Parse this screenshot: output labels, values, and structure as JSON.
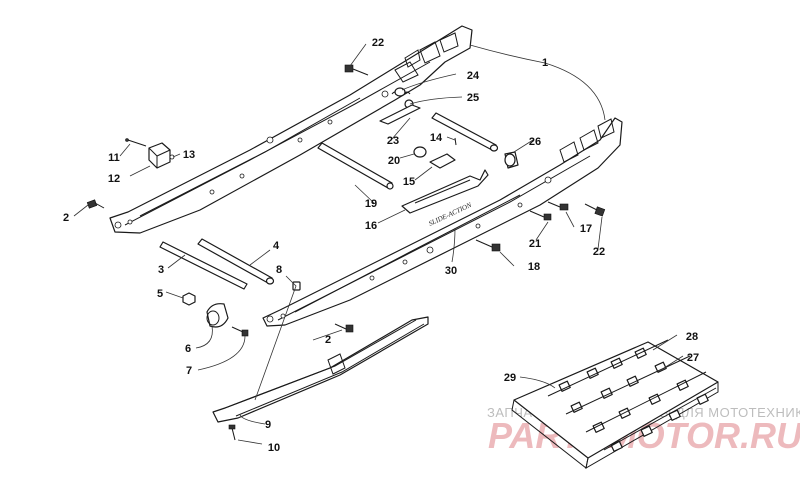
{
  "diagram": {
    "callouts": [
      {
        "id": "c1",
        "text": "1"
      },
      {
        "id": "c2a",
        "text": "2"
      },
      {
        "id": "c2b",
        "text": "2"
      },
      {
        "id": "c3",
        "text": "3"
      },
      {
        "id": "c4",
        "text": "4"
      },
      {
        "id": "c5",
        "text": "5"
      },
      {
        "id": "c6",
        "text": "6"
      },
      {
        "id": "c7",
        "text": "7"
      },
      {
        "id": "c8",
        "text": "8"
      },
      {
        "id": "c9",
        "text": "9"
      },
      {
        "id": "c10",
        "text": "10"
      },
      {
        "id": "c11",
        "text": "11"
      },
      {
        "id": "c12",
        "text": "12"
      },
      {
        "id": "c13",
        "text": "13"
      },
      {
        "id": "c14",
        "text": "14"
      },
      {
        "id": "c15",
        "text": "15"
      },
      {
        "id": "c16",
        "text": "16"
      },
      {
        "id": "c17",
        "text": "17"
      },
      {
        "id": "c18",
        "text": "18"
      },
      {
        "id": "c19",
        "text": "19"
      },
      {
        "id": "c20",
        "text": "20"
      },
      {
        "id": "c21",
        "text": "21"
      },
      {
        "id": "c22a",
        "text": "22"
      },
      {
        "id": "c22b",
        "text": "22"
      },
      {
        "id": "c23",
        "text": "23"
      },
      {
        "id": "c24",
        "text": "24"
      },
      {
        "id": "c25",
        "text": "25"
      },
      {
        "id": "c26",
        "text": "26"
      },
      {
        "id": "c27",
        "text": "27"
      },
      {
        "id": "c28",
        "text": "28"
      },
      {
        "id": "c29",
        "text": "29"
      },
      {
        "id": "c30",
        "text": "30"
      }
    ],
    "rail_decal_text": "SLIDE-ACTION"
  },
  "watermark": {
    "tagline": "ЗАПЧАСТИ И АКСЕССУАРЫ ДЛЯ МОТОТЕХНИКИ",
    "brand": "PARTSMOTOR.RU"
  },
  "colors": {
    "line": "#1a1a1a",
    "watermark_brand": "#e7a3a8",
    "watermark_tagline": "#bdbdbd"
  }
}
